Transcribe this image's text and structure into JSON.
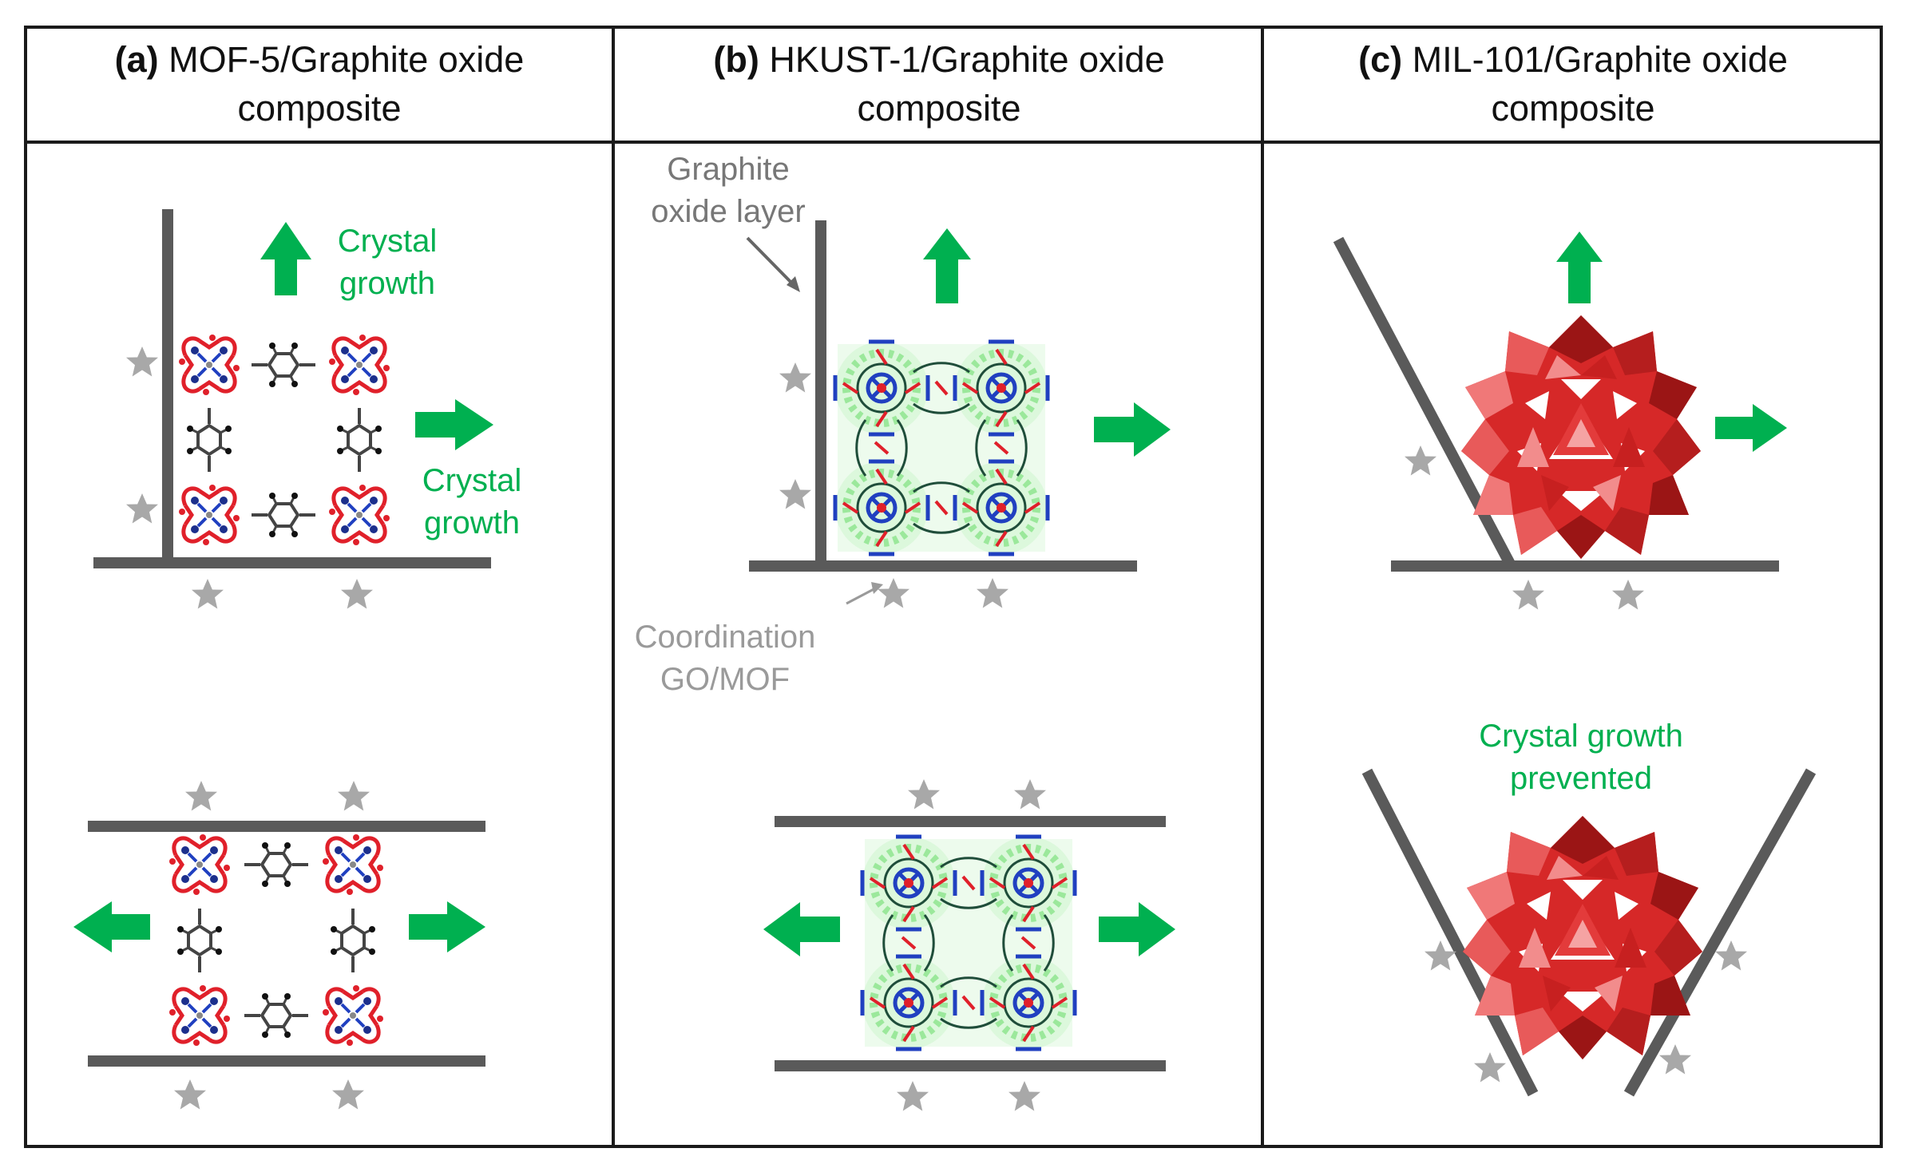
{
  "panels": [
    {
      "letter": "(a)",
      "title_line1": "MOF-5/Graphite oxide",
      "title_line2": "composite"
    },
    {
      "letter": "(b)",
      "title_line1": "HKUST-1/Graphite oxide",
      "title_line2": "composite"
    },
    {
      "letter": "(c)",
      "title_line1": "MIL-101/Graphite oxide",
      "title_line2": "composite"
    }
  ],
  "labels": {
    "crystal_growth_line1": "Crystal",
    "crystal_growth_line2": "growth",
    "graphite_layer_line1": "Graphite",
    "graphite_layer_line2": "oxide layer",
    "coordination_line1": "Coordination",
    "coordination_line2": "GO/MOF",
    "prevented_line1": "Crystal growth",
    "prevented_line2": "prevented"
  },
  "colors": {
    "border": "#1a1a1a",
    "graphite_layer": "#5a5a5a",
    "growth_arrow": "#00b050",
    "star": "#a8a8a8",
    "mof_oxygen": "#e0202a",
    "mof_nitrogen": "#2040c0",
    "linker": "#4a4a4a",
    "hkust_glow": "#b8f0b8",
    "mil_red": "#d62828"
  }
}
